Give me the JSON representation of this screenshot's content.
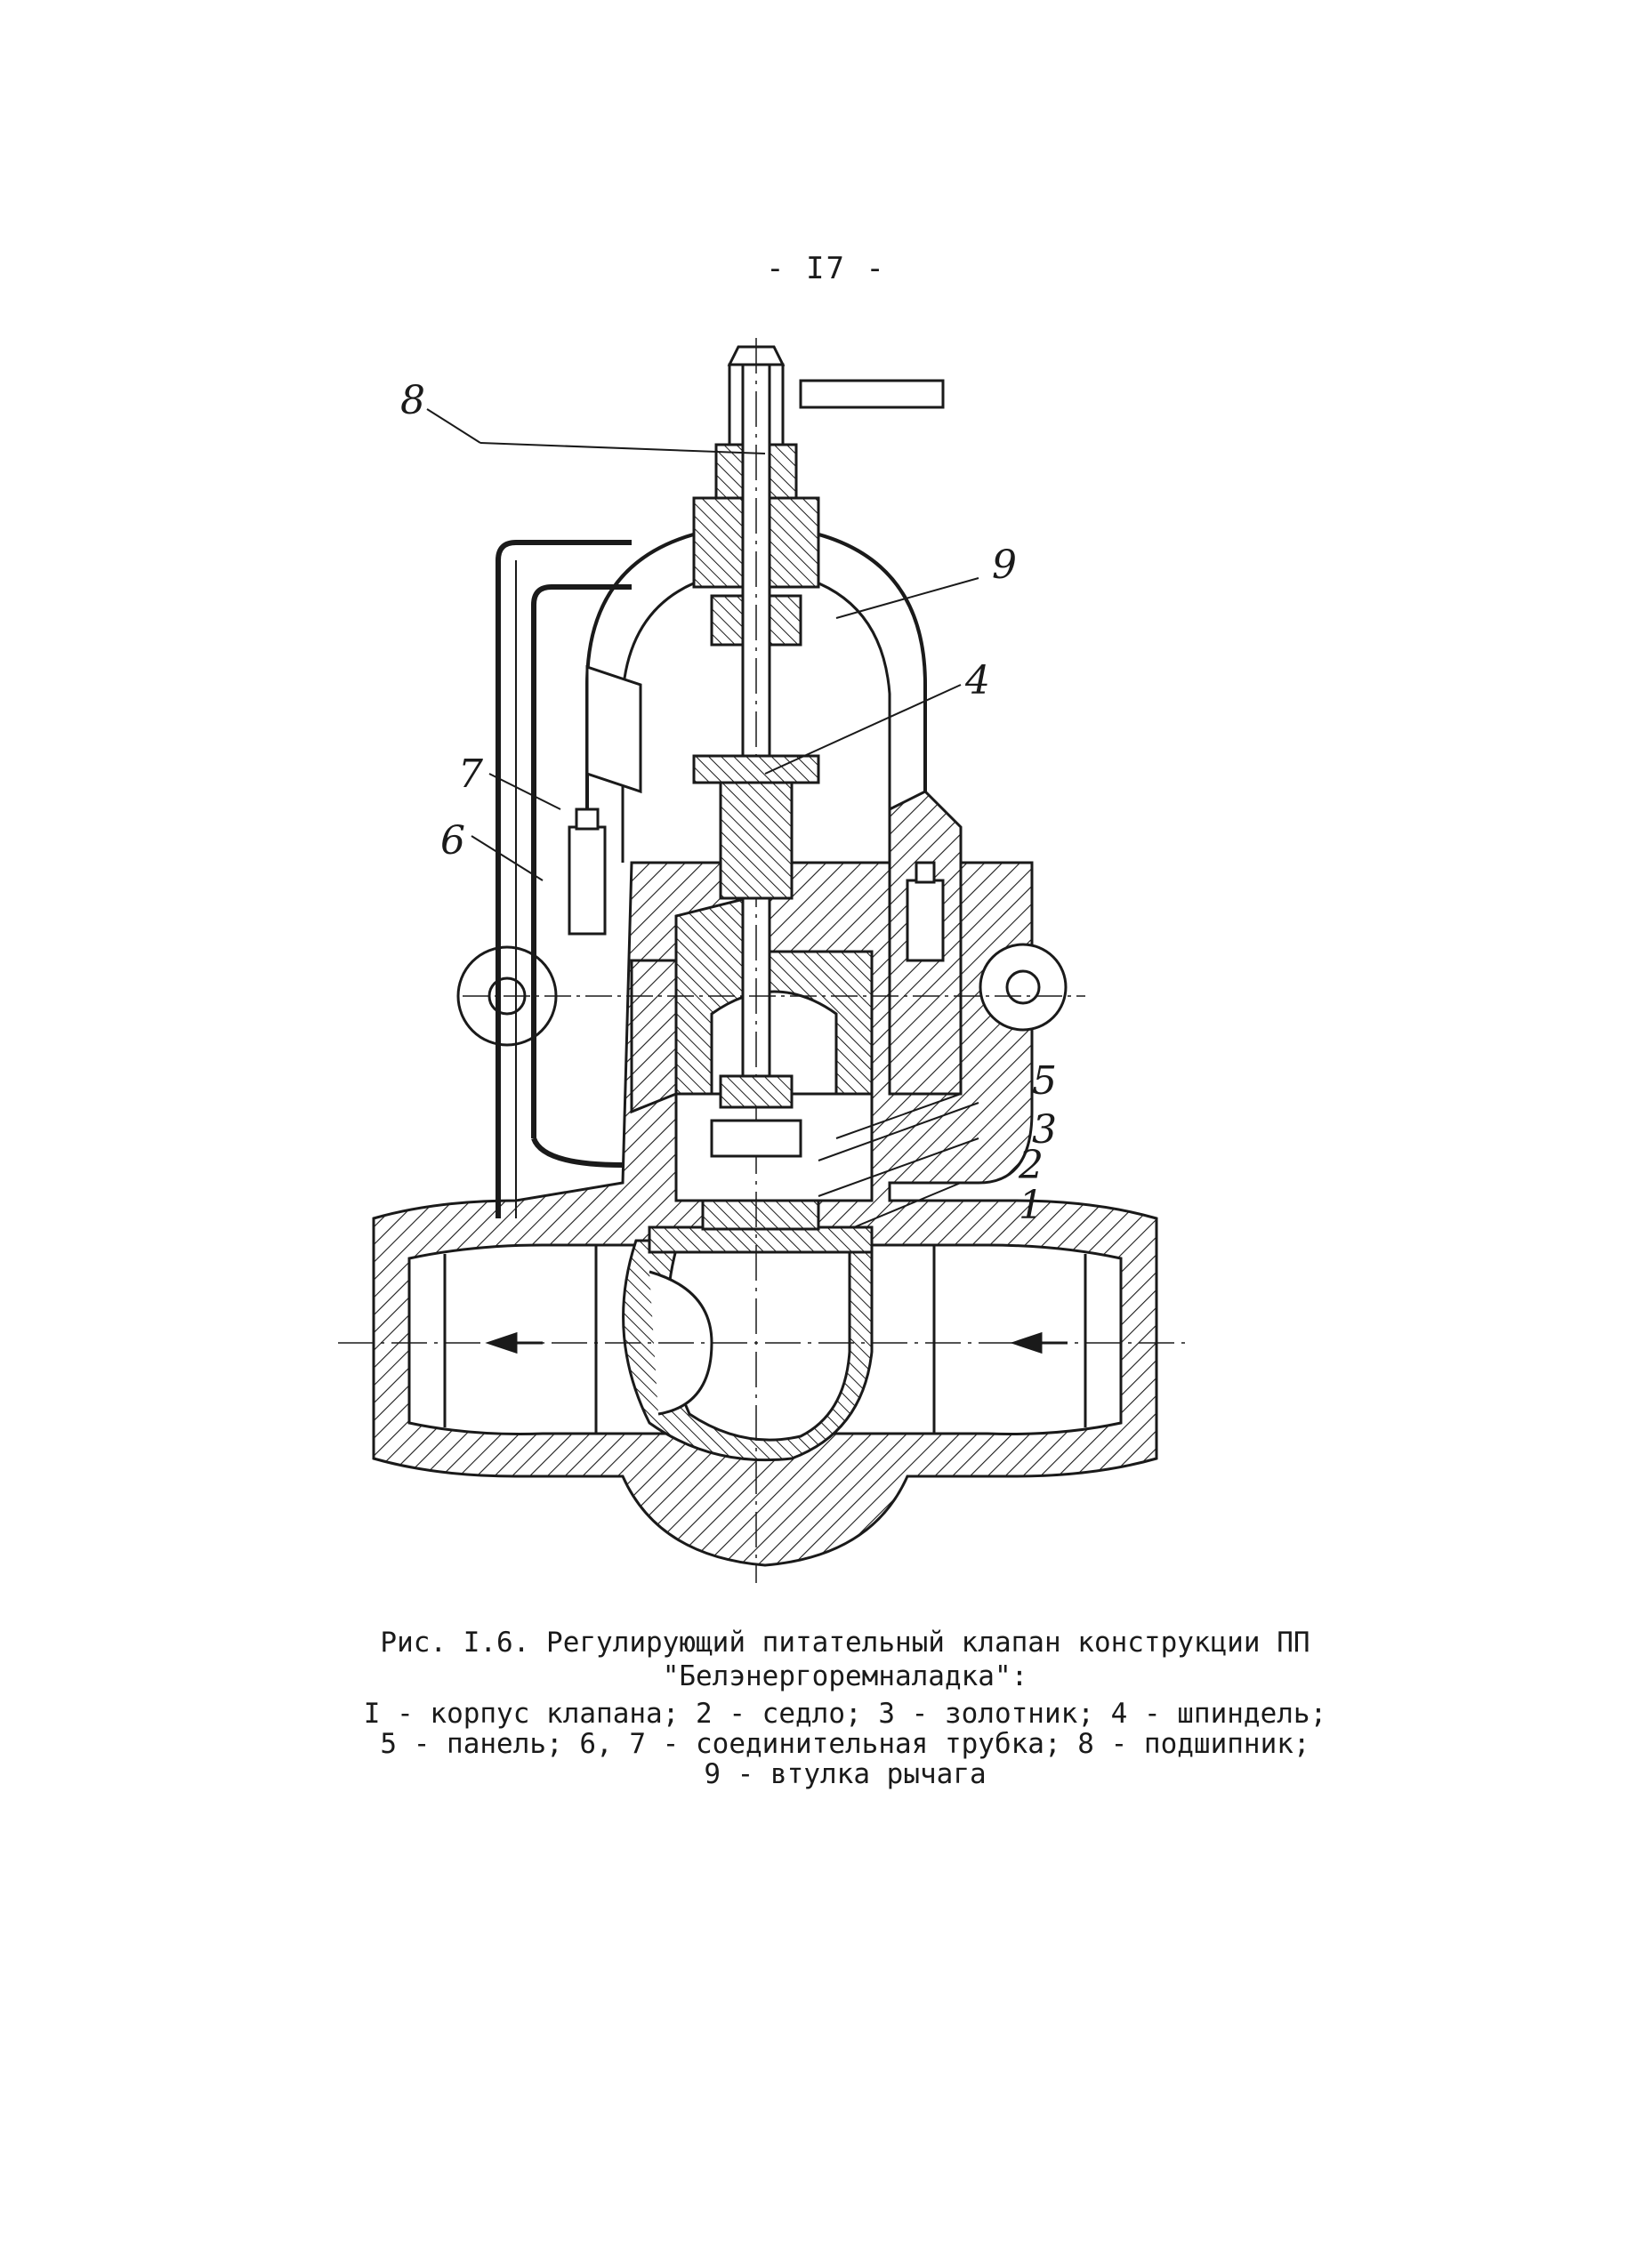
{
  "page": {
    "number": "- I7 -"
  },
  "figure": {
    "callouts": [
      "8",
      "9",
      "4",
      "7",
      "6",
      "5",
      "3",
      "2",
      "1"
    ]
  },
  "caption": {
    "title": "Рис. I.6. Регулирующий питательный клапан конструкции ПП",
    "subtitle": "\"Белэнергоремналадка\":",
    "legend": [
      "I - корпус клапана; 2 - седло; 3 - золотник; 4 - шпиндель;",
      "5 - панель; 6, 7 - соединительная трубка; 8 - подшипник;",
      "9 - втулка рычага"
    ]
  },
  "colors": {
    "ink": "#1a1a1a",
    "paper": "#ffffff"
  }
}
